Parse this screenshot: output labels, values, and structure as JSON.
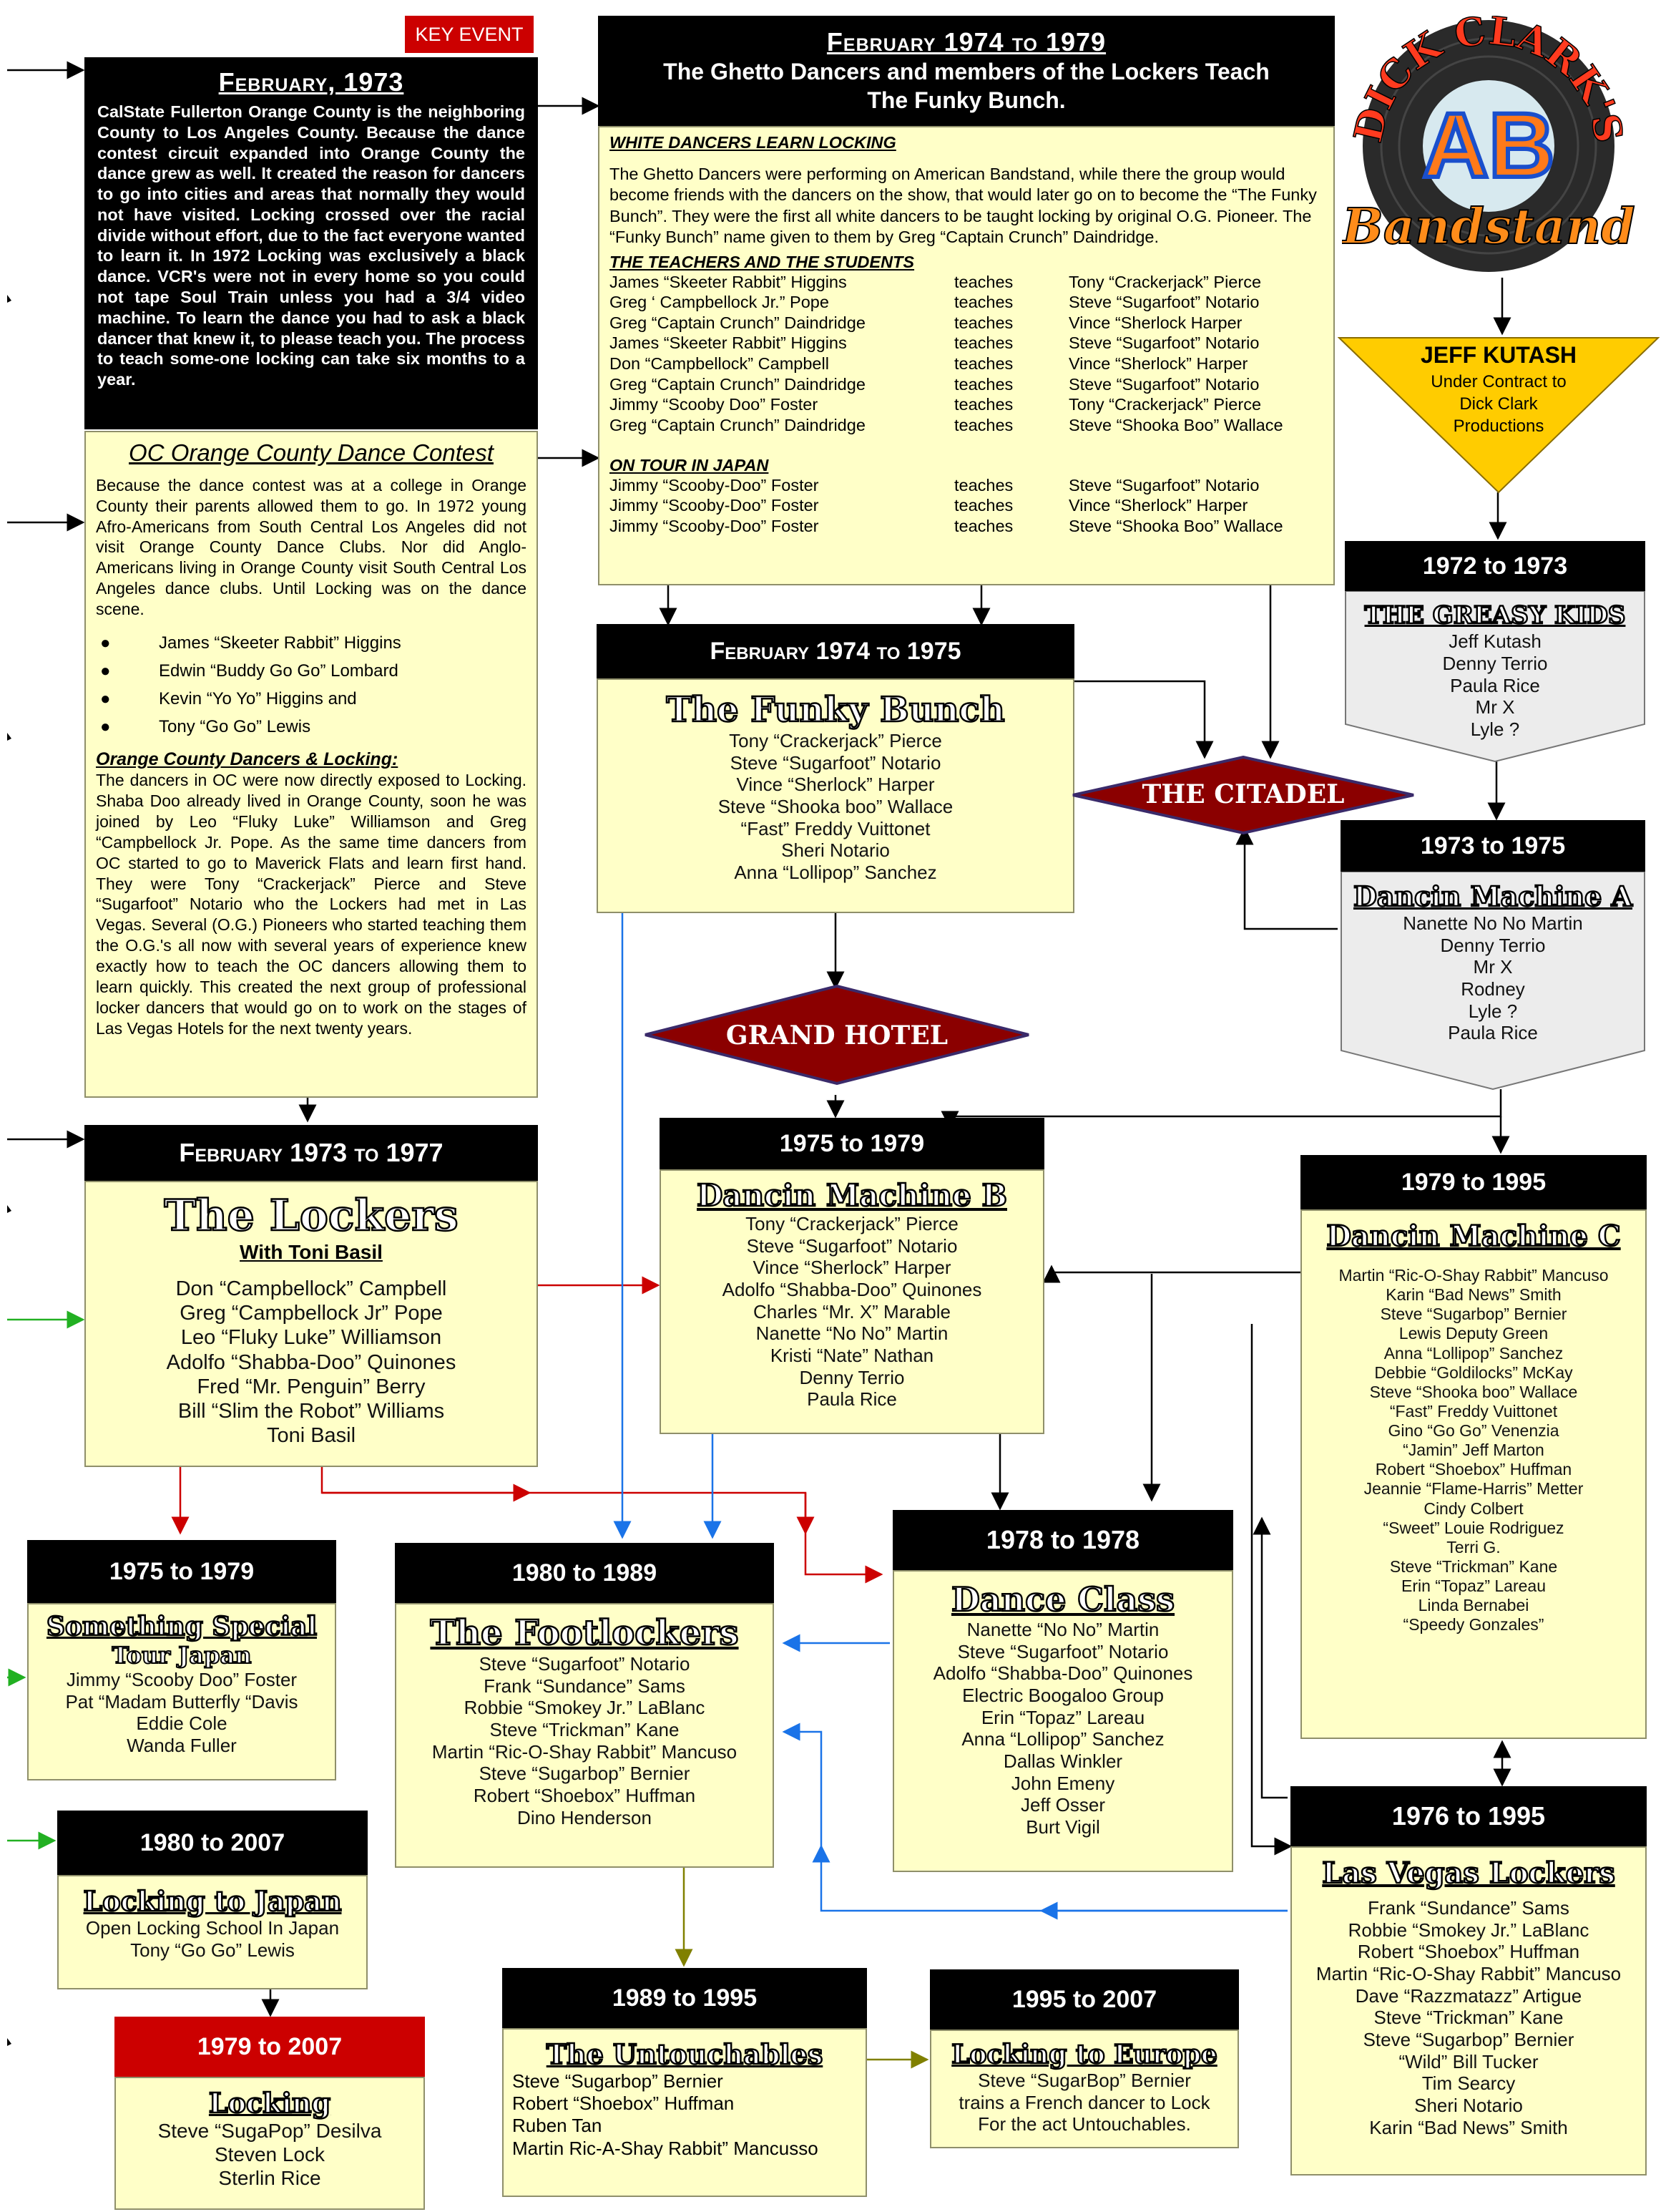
{
  "key_event": "KEY EVENT",
  "feb1973": {
    "title": "February, 1973",
    "text": "CalState Fullerton Orange County is the neighboring County to Los Angeles County. Because the dance contest circuit expanded into Orange County the dance grew as well. It created the reason for dancers to go into cities and areas that normally they would not have visited. Locking crossed over the racial divide without effort, due to the fact everyone wanted to learn it. In 1972 Locking was exclusively a black dance. VCR's were not in every home so you could not tape Soul Train unless you had a 3/4 video machine. To learn the dance you had to ask a black dancer that knew it, to please teach you. The process to teach some-one locking can take  six months to a year."
  },
  "oc": {
    "title": "OC Orange County Dance Contest",
    "text": "Because the dance contest was at a college in Orange County their parents allowed them to go. In 1972 young Afro-Americans from South Central Los Angeles did not visit Orange County Dance Clubs. Nor did Anglo-Americans living in Orange County visit South Central Los Angeles dance clubs. Until Locking was on the dance scene.",
    "bullets": [
      "James “Skeeter Rabbit” Higgins",
      "Edwin “Buddy Go Go” Lombard",
      "Kevin “Yo Yo” Higgins and",
      "Tony “Go Go” Lewis"
    ],
    "subtitle": "Orange County Dancers & Locking:",
    "text2": "The dancers in OC were now directly exposed to Locking. Shaba Doo already lived in Orange County, soon he was joined by Leo “Fluky Luke” Williamson and Greg “Campbellock Jr. Pope. As the same time dancers from OC started to go to Maverick Flats and learn first hand. They were Tony “Crackerjack” Pierce and Steve “Sugarfoot” Notario who the Lockers had met in Las Vegas. Several (O.G.) Pioneers who started teaching them the O.G.'s all now with several years of experience knew exactly how to teach the OC dancers allowing them to learn quickly. This created the next group of professional locker dancers that would go on to work on the stages of Las Vegas Hotels for the next twenty years."
  },
  "feb1974": {
    "title": "February 1974 to 1979",
    "subtitle": "The Ghetto Dancers and members of the Lockers Teach The Funky Bunch.",
    "section1": "WHITE DANCERS LEARN LOCKING",
    "text": "The Ghetto Dancers were performing on American Bandstand, while there the group would become friends with the dancers on the show, that would later go on to become the “The Funky Bunch”. They were the first all white dancers to be taught locking by original O.G. Pioneer. The “Funky Bunch” name given to them by Greg “Captain Crunch” Daindridge.",
    "section2": "THE TEACHERS AND THE STUDENTS",
    "teaches": [
      [
        "James “Skeeter Rabbit” Higgins",
        "teaches",
        "Tony “Crackerjack” Pierce"
      ],
      [
        "Greg ‘ Campbellock Jr.” Pope",
        "teaches",
        "Steve “Sugarfoot” Notario"
      ],
      [
        "Greg “Captain Crunch” Daindridge",
        "teaches",
        "Vince “Sherlock Harper"
      ],
      [
        "James “Skeeter Rabbit” Higgins",
        "teaches",
        "Steve “Sugarfoot” Notario"
      ],
      [
        "Don “Campbellock” Campbell",
        "teaches",
        "Vince “Sherlock” Harper"
      ],
      [
        "Greg “Captain Crunch” Daindridge",
        "teaches",
        "Steve “Sugarfoot” Notario"
      ],
      [
        "Jimmy “Scooby Doo” Foster",
        "teaches",
        "Tony “Crackerjack” Pierce"
      ],
      [
        "Greg “Captain Crunch” Daindridge",
        "teaches",
        "Steve “Shooka Boo” Wallace"
      ]
    ],
    "section3": "ON TOUR IN JAPAN",
    "tour": [
      [
        "Jimmy “Scooby-Doo” Foster",
        "teaches",
        "Steve “Sugarfoot” Notario"
      ],
      [
        "Jimmy “Scooby-Doo” Foster",
        "teaches",
        "Vince “Sherlock” Harper"
      ],
      [
        "Jimmy “Scooby-Doo” Foster",
        "teaches",
        "Steve “Shooka Boo” Wallace"
      ]
    ]
  },
  "logo": {
    "top": "DICK CLARK'S",
    "letters": "AB",
    "bottom": "Bandstand"
  },
  "jeff": {
    "name": "JEFF KUTASH",
    "line1": "Under Contract to",
    "line2": "Dick Clark",
    "line3": "Productions"
  },
  "greasy": {
    "period": "1972 to 1973",
    "title": "THE GREASY KIDS",
    "members": [
      "Jeff Kutash",
      "Denny Terrio",
      "Paula Rice",
      "Mr X",
      "Lyle ?"
    ]
  },
  "funky": {
    "period": "February 1974 to 1975",
    "title": "The Funky Bunch",
    "members": [
      "Tony “Crackerjack” Pierce",
      "Steve “Sugarfoot” Notario",
      "Vince “Sherlock” Harper",
      "Steve “Shooka boo” Wallace",
      "“Fast” Freddy Vuittonet",
      "Sheri Notario",
      "Anna “Lollipop” Sanchez"
    ]
  },
  "citadel": "THE CITADEL",
  "grand_hotel": "GRAND HOTEL",
  "dmA": {
    "period": "1973 to 1975",
    "title": "Dancin Machine A",
    "members": [
      "Nanette No No Martin",
      "Denny Terrio",
      "Mr X",
      "Rodney",
      "Lyle ?",
      "Paula Rice"
    ]
  },
  "lockers": {
    "period": "February 1973 to 1977",
    "title": "The Lockers",
    "subtitle": "With Toni Basil",
    "members": [
      "Don “Campbellock” Campbell",
      "Greg “Campbellock Jr” Pope",
      "Leo “Fluky Luke” Williamson",
      "Adolfo “Shabba-Doo” Quinones",
      "Fred “Mr. Penguin” Berry",
      "Bill “Slim the Robot” Williams",
      "Toni Basil"
    ]
  },
  "dmB": {
    "period": "1975 to 1979",
    "title": "Dancin Machine B",
    "members": [
      "Tony “Crackerjack” Pierce",
      "Steve “Sugarfoot” Notario",
      "Vince “Sherlock” Harper",
      "Adolfo “Shabba-Doo” Quinones",
      "Charles “Mr. X” Marable",
      "Nanette “No No” Martin",
      "Kristi “Nate” Nathan",
      "Denny Terrio",
      "Paula Rice"
    ]
  },
  "dmC": {
    "period": "1979 to 1995",
    "title": "Dancin Machine C",
    "members": [
      "Martin “Ric-O-Shay Rabbit” Mancuso",
      "Karin “Bad News” Smith",
      "Steve “Sugarbop” Bernier",
      "Lewis Deputy Green",
      "Anna “Lollipop” Sanchez",
      "Debbie “Goldilocks” McKay",
      "Steve “Shooka boo” Wallace",
      "“Fast” Freddy Vuittonet",
      "Gino “Go Go” Venenzia",
      "“Jamin” Jeff Marton",
      "Robert “Shoebox” Huffman",
      "Jeannie “Flame-Harris” Metter",
      "Cindy Colbert",
      "“Sweet” Louie Rodriguez",
      "Terri G.",
      "Steve “Trickman” Kane",
      "Erin “Topaz” Lareau",
      "Linda Bernabei",
      "“Speedy Gonzales”"
    ]
  },
  "something": {
    "period": "1975 to 1979",
    "title": "Something Special",
    "subtitle": "Tour Japan",
    "members": [
      "Jimmy “Scooby Doo” Foster",
      "Pat “Madam Butterfly “Davis",
      "Eddie Cole",
      "Wanda Fuller"
    ]
  },
  "footlockers": {
    "period": "1980 to 1989",
    "title": "The Footlockers",
    "members": [
      "Steve “Sugarfoot” Notario",
      "Frank “Sundance” Sams",
      "Robbie “Smokey Jr.” LaBlanc",
      "Steve “Trickman” Kane",
      "Martin “Ric-O-Shay Rabbit” Mancuso",
      "Steve “Sugarbop” Bernier",
      "Robert “Shoebox” Huffman",
      "Dino Henderson"
    ]
  },
  "danceclass": {
    "period": "1978 to 1978",
    "title": "Dance Class",
    "members": [
      "Nanette “No No” Martin",
      "Steve “Sugarfoot” Notario",
      "Adolfo “Shabba-Doo” Quinones",
      "Electric Boogaloo Group",
      "Erin “Topaz” Lareau",
      "Anna “Lollipop” Sanchez",
      "Dallas Winkler",
      "John Emeny",
      "Jeff Osser",
      "Burt Vigil"
    ]
  },
  "lvlockers": {
    "period": "1976 to 1995",
    "title": "Las Vegas Lockers",
    "members": [
      "Frank “Sundance” Sams",
      "Robbie “Smokey Jr.” LaBlanc",
      "Robert “Shoebox” Huffman",
      "Martin “Ric-O-Shay Rabbit” Mancuso",
      "Dave “Razzmatazz” Artigue",
      "Steve “Trickman” Kane",
      "Steve “Sugarbop” Bernier",
      "“Wild” Bill Tucker",
      "Tim Searcy",
      "Sheri Notario",
      "Karin “Bad News” Smith"
    ]
  },
  "japan": {
    "period": "1980 to 2007",
    "title": "Locking to Japan",
    "members": [
      "Open Locking School In Japan",
      "Tony “Go Go” Lewis"
    ]
  },
  "locking": {
    "period": "1979 to 2007",
    "title": "Locking",
    "members": [
      "Steve “SugaPop” Desilva",
      "Steven Lock",
      "Sterlin Rice"
    ]
  },
  "untouchables": {
    "period": "1989 to 1995",
    "title": "The Untouchables",
    "members": [
      "Steve “Sugarbop” Bernier",
      "Robert “Shoebox” Huffman",
      "Ruben Tan",
      "Martin Ric-A-Shay Rabbit” Mancusso"
    ]
  },
  "europe": {
    "period": "1995 to 2007",
    "title": "Locking to Europe",
    "members": [
      "Steve “SugarBop” Bernier",
      "trains a French dancer to Lock",
      "For the act Untouchables."
    ]
  },
  "colors": {
    "box_fill": "#ffffc8",
    "header": "#000000",
    "key_red": "#cc0000",
    "diamond": "#8b0000",
    "jeff_fill": "#ffcc00",
    "grey_fill": "#ececec",
    "arrow_red": "#cc0000",
    "arrow_blue": "#1a73e8",
    "arrow_green": "#22b022",
    "arrow_olive": "#808000"
  }
}
